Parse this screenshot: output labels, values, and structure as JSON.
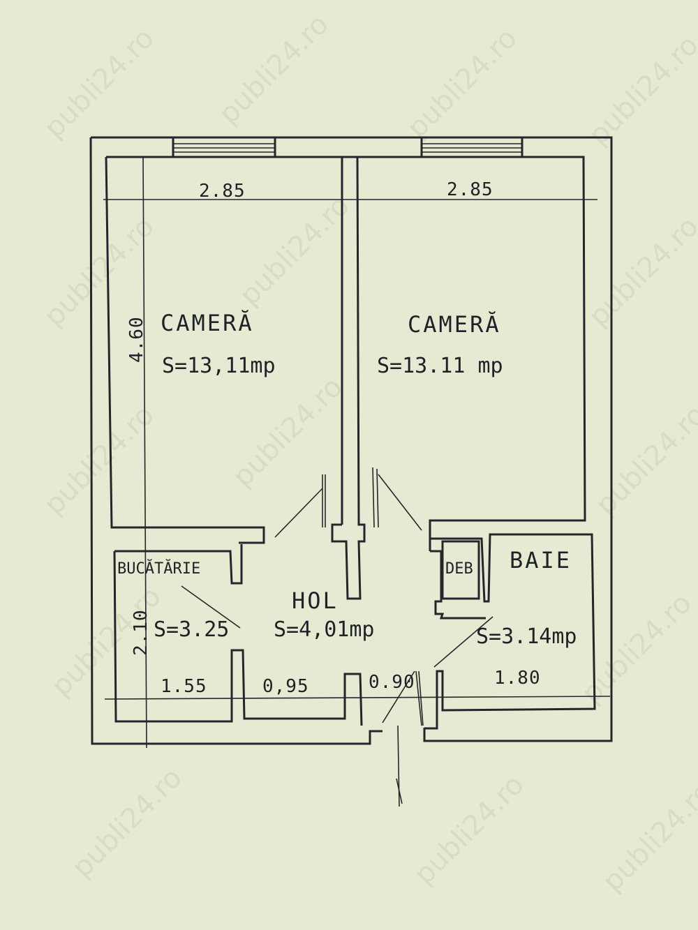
{
  "rooms": {
    "camera_left": {
      "name": "CAMERĂ",
      "area": "S=13,11mp"
    },
    "camera_right": {
      "name": "CAMERĂ",
      "area": "S=13.11 mp"
    },
    "bucatarie": {
      "name": "BUCĂTĂRIE",
      "area": "S=3.25"
    },
    "hol": {
      "name": "HOL",
      "area": "S=4,01mp"
    },
    "baie": {
      "name": "BAIE",
      "area": "S=3.14mp"
    },
    "deb": {
      "name": "DEB"
    }
  },
  "dimensions": {
    "top_left_width": "2.85",
    "top_right_width": "2.85",
    "left_height": "4.60",
    "bottom_left_height": "2.10",
    "bottom_1": "1.55",
    "bottom_2": "0,95",
    "bottom_3": "0.90",
    "bottom_4": "1.80"
  },
  "watermark": "publi24.ro"
}
